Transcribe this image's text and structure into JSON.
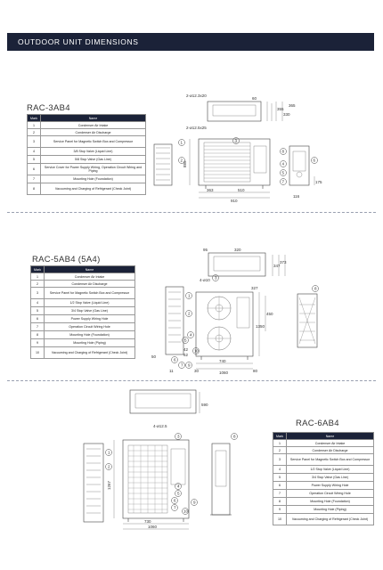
{
  "header": {
    "title": "OUTDOOR UNIT DIMENSIONS"
  },
  "table_headers": {
    "mark": "Mark",
    "name": "Name"
  },
  "sections": [
    {
      "model": "RAC-3AB4",
      "rows": [
        {
          "no": "1",
          "name": "Condenser Air Intake"
        },
        {
          "no": "2",
          "name": "Condenser Air Discharge"
        },
        {
          "no": "3",
          "name": "Service Panel for Magnetic Switch Box and Compressor"
        },
        {
          "no": "4",
          "name": "3/8 Stop Valve (Liquid Line)"
        },
        {
          "no": "5",
          "name": "5/8 Stop Valve (Gas Line)"
        },
        {
          "no": "6",
          "name": "Service Cover for Power Supply Wiring, Operation Circuit Wiring and Piping"
        },
        {
          "no": "7",
          "name": "Mounting Hole (Foundation)"
        },
        {
          "no": "8",
          "name": "Vacuuming and Charging of Refrigerant (Check Joint)"
        }
      ],
      "dims": {
        "holes_top": "2-ø12.3x20",
        "holes_bot": "2-ø12.5x25",
        "d60": "60",
        "d355": "355",
        "d330": "330",
        "d365": "365",
        "h885": "885",
        "w363": "363",
        "w510": "510",
        "w910": "910",
        "s175": "175",
        "s116": "116"
      },
      "callouts": [
        "1",
        "2",
        "3",
        "4",
        "5",
        "6",
        "7",
        "8"
      ]
    },
    {
      "model": "RAC-5AB4 (5A4)",
      "rows": [
        {
          "no": "1",
          "name": "Condenser Air Intake"
        },
        {
          "no": "2",
          "name": "Condenser Air Discharge"
        },
        {
          "no": "3",
          "name": "Service Panel for Magnetic Switch Box and Compressor"
        },
        {
          "no": "4",
          "name": "1/2 Stop Valve (Liquid Line)"
        },
        {
          "no": "5",
          "name": "3/4 Stop Valve (Gas Line)"
        },
        {
          "no": "6",
          "name": "Power Supply Wiring Hole"
        },
        {
          "no": "7",
          "name": "Operation Circuit Wiring Hole"
        },
        {
          "no": "8",
          "name": "Mounting Hole (Foundation)"
        },
        {
          "no": "9",
          "name": "Mounting Hole (Piping)"
        },
        {
          "no": "10",
          "name": "Vacuuming and Charging of Refrigerant (Check Joint)"
        }
      ],
      "dims": {
        "holes": "4-ø10",
        "d95": "95",
        "d320": "320",
        "d347": "347",
        "d373": "373",
        "d327": "327",
        "h1350": "1350",
        "d450": "450",
        "d42": "42",
        "d62": "62",
        "w740": "740",
        "w1060": "1060",
        "s80": "80",
        "s30": "30",
        "s11": "11",
        "s50": "50"
      },
      "callouts": [
        "1",
        "2",
        "3",
        "4",
        "5",
        "6",
        "7",
        "8",
        "9",
        "10"
      ]
    },
    {
      "model": "RAC-6AB4",
      "rows": [
        {
          "no": "1",
          "name": "Condenser Air Intake"
        },
        {
          "no": "2",
          "name": "Condenser Air Discharge"
        },
        {
          "no": "3",
          "name": "Service Panel for Magnetic Switch Box and Compressor"
        },
        {
          "no": "4",
          "name": "1/2 Stop Valve (Liquid Line)"
        },
        {
          "no": "5",
          "name": "3/4 Stop Valve (Gas Line)"
        },
        {
          "no": "6",
          "name": "Power Supply Wiring Hole"
        },
        {
          "no": "7",
          "name": "Operation Circuit Wiring Hole"
        },
        {
          "no": "8",
          "name": "Mounting Hole (Foundation)"
        },
        {
          "no": "9",
          "name": "Mounting Hole (Piping)"
        },
        {
          "no": "10",
          "name": "Vacuuming and Charging of Refrigerant (Check Joint)"
        }
      ],
      "dims": {
        "holes": "4-ø12.5",
        "h1267": "1267",
        "w730": "730",
        "w1060": "1060",
        "d590": "590"
      },
      "callouts": [
        "1",
        "2",
        "3",
        "4",
        "5",
        "6",
        "7",
        "8",
        "9",
        "10"
      ]
    }
  ]
}
